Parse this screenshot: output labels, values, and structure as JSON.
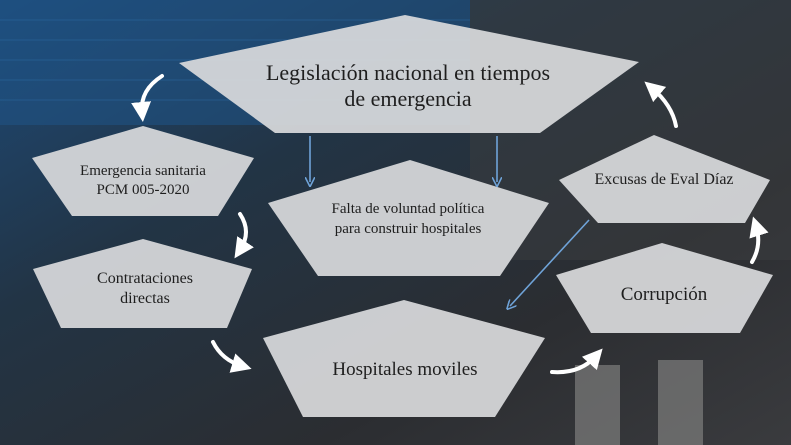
{
  "nodes": {
    "legislacion": [
      "Legislación nacional en tiempos",
      "de emergencia"
    ],
    "emergencia": [
      "Emergencia sanitaria",
      "PCM 005-2020"
    ],
    "falta": [
      "Falta de voluntad política",
      "para construir hospitales"
    ],
    "excusas": [
      "Excusas de Eval Díaz"
    ],
    "contrataciones": [
      "Contrataciones",
      "directas"
    ],
    "corrupcion": [
      "Corrupción"
    ],
    "hospitales": [
      "Hospitales moviles"
    ]
  },
  "colors": {
    "shape_fill": "#d8d9dc",
    "white_arrow": "#ffffff",
    "blue_arrow": "#6fa3d8"
  }
}
